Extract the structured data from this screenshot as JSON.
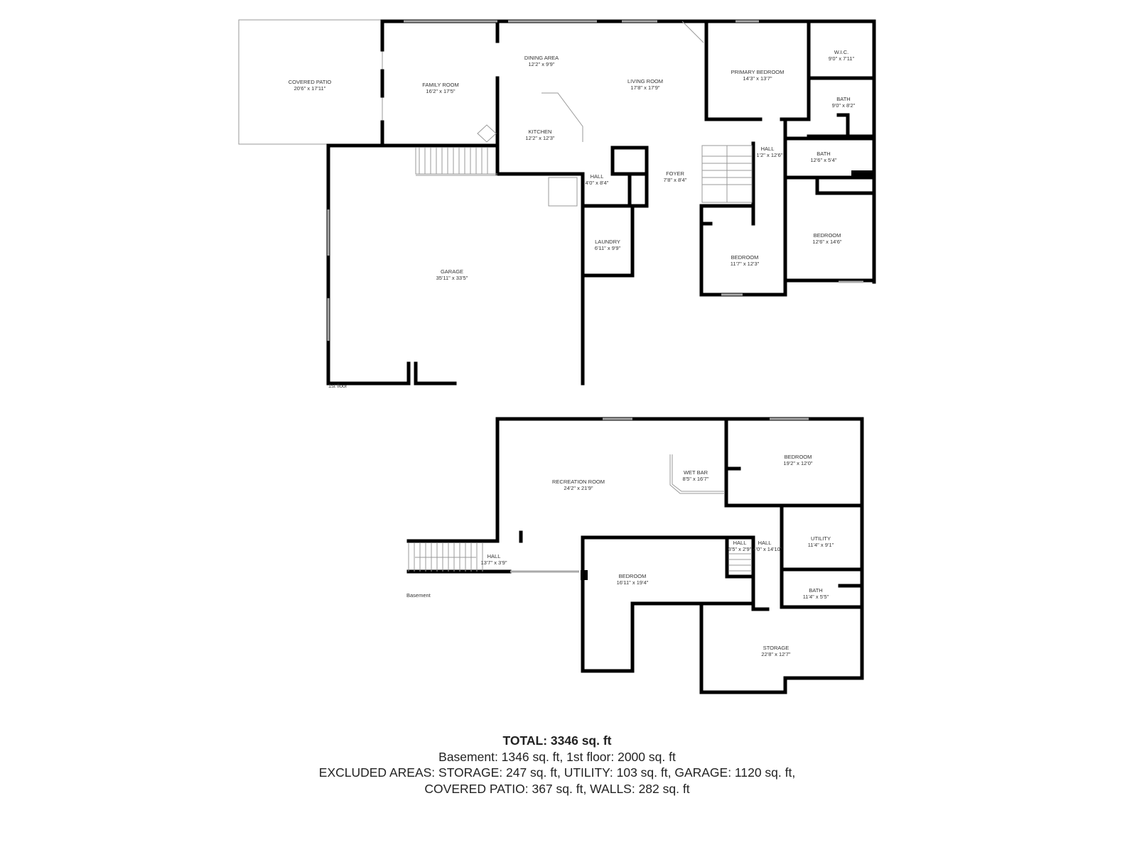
{
  "first_floor": {
    "label": "1st floor",
    "rooms": [
      {
        "name": "COVERED PATIO",
        "dims": "20'6\" x 17'11\""
      },
      {
        "name": "FAMILY ROOM",
        "dims": "16'2\" x 17'5\""
      },
      {
        "name": "DINING AREA",
        "dims": "12'2\" x 9'9\""
      },
      {
        "name": "LIVING ROOM",
        "dims": "17'8\" x 17'9\""
      },
      {
        "name": "KITCHEN",
        "dims": "12'2\" x 12'3\""
      },
      {
        "name": "HALL",
        "dims": "4'0\" x 8'4\""
      },
      {
        "name": "FOYER",
        "dims": "7'8\" x 8'4\""
      },
      {
        "name": "PRIMARY BEDROOM",
        "dims": "14'3\" x 13'7\""
      },
      {
        "name": "W.I.C.",
        "dims": "9'0\" x 7'11\""
      },
      {
        "name": "BATH",
        "dims": "9'0\" x 8'2\""
      },
      {
        "name": "HALL",
        "dims": "1'2\" x 12'6\""
      },
      {
        "name": "BATH",
        "dims": "12'6\" x 5'4\""
      },
      {
        "name": "LAUNDRY",
        "dims": "6'11\" x 9'9\""
      },
      {
        "name": "BEDROOM",
        "dims": "12'6\" x 14'6\""
      },
      {
        "name": "BEDROOM",
        "dims": "11'7\" x 12'3\""
      },
      {
        "name": "GARAGE",
        "dims": "35'11\" x 33'5\""
      }
    ]
  },
  "basement": {
    "label": "Basement",
    "rooms": [
      {
        "name": "RECREATION ROOM",
        "dims": "24'2\" x 21'9\""
      },
      {
        "name": "WET BAR",
        "dims": "8'5\" x 16'7\""
      },
      {
        "name": "BEDROOM",
        "dims": "19'2\" x 12'0\""
      },
      {
        "name": "UTILITY",
        "dims": "11'4\" x 9'1\""
      },
      {
        "name": "HALL",
        "dims": "3'5\" x 2'9\""
      },
      {
        "name": "HALL",
        "dims": "4'0\" x 14'10\""
      },
      {
        "name": "HALL",
        "dims": "13'7\" x 3'9\""
      },
      {
        "name": "BEDROOM",
        "dims": "16'11\" x 19'4\""
      },
      {
        "name": "BATH",
        "dims": "11'4\" x 5'5\""
      },
      {
        "name": "STORAGE",
        "dims": "22'8\" x 12'7\""
      }
    ]
  },
  "summary": {
    "total_label": "TOTAL:",
    "total_value": "3346 sq. ft",
    "line2": "Basement: 1346 sq. ft, 1st floor: 2000 sq. ft",
    "line3": "EXCLUDED AREAS: STORAGE: 247 sq. ft, UTILITY: 103 sq. ft, GARAGE: 1120 sq. ft,",
    "line4": "COVERED PATIO: 367 sq. ft, WALLS: 282 sq. ft"
  }
}
